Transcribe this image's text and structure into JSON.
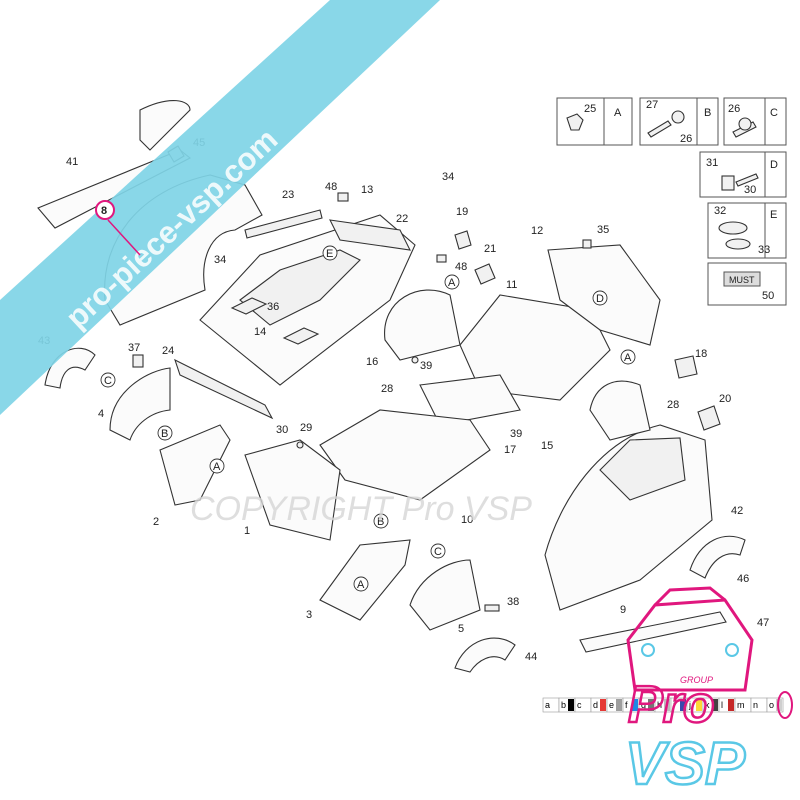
{
  "banner": {
    "text": "pro-piece-vsp.com",
    "color": "#7fd4e6"
  },
  "watermark": {
    "text": "COPYRIGHT Pro VSP"
  },
  "callouts": [
    "1",
    "2",
    "3",
    "4",
    "5",
    "8",
    "9",
    "10",
    "11",
    "12",
    "13",
    "14",
    "15",
    "16",
    "17",
    "18",
    "19",
    "20",
    "21",
    "22",
    "23",
    "24",
    "28",
    "29",
    "30",
    "34",
    "35",
    "36",
    "37",
    "38",
    "39",
    "41",
    "42",
    "43",
    "44",
    "45",
    "46",
    "47",
    "48"
  ],
  "highlighted_part": "8",
  "highlight_color": "#e0177e",
  "legend_boxes": [
    {
      "letter": "A",
      "parts": [
        "25"
      ]
    },
    {
      "letter": "B",
      "parts": [
        "27",
        "26"
      ]
    },
    {
      "letter": "C",
      "parts": [
        "26"
      ]
    },
    {
      "letter": "D",
      "parts": [
        "31",
        "30"
      ]
    },
    {
      "letter": "E",
      "parts": [
        "32",
        "33"
      ]
    },
    {
      "letter": "",
      "parts": [
        "50"
      ]
    }
  ],
  "badge_50_text": "MUST",
  "color_strip": {
    "letters": [
      "a",
      "b",
      "c",
      "d",
      "e",
      "f",
      "g",
      "h",
      "i",
      "j",
      "k",
      "l",
      "m",
      "n",
      "o"
    ],
    "colors": [
      "#ffffff",
      "#000000",
      "#ffffff",
      "#e53935",
      "#9e9e9e",
      "#1e88e5",
      "#757575",
      "#bdbdbd",
      "#3949ab",
      "#fdd835",
      "#424242",
      "#c62828",
      "#ffffff",
      "#ffffff",
      "#cfcfcf"
    ]
  },
  "logo": {
    "group": "GROUP",
    "pro": "Pro",
    "vsp": "VSP",
    "pink": "#e0177e",
    "blue": "#5ac8e6"
  }
}
